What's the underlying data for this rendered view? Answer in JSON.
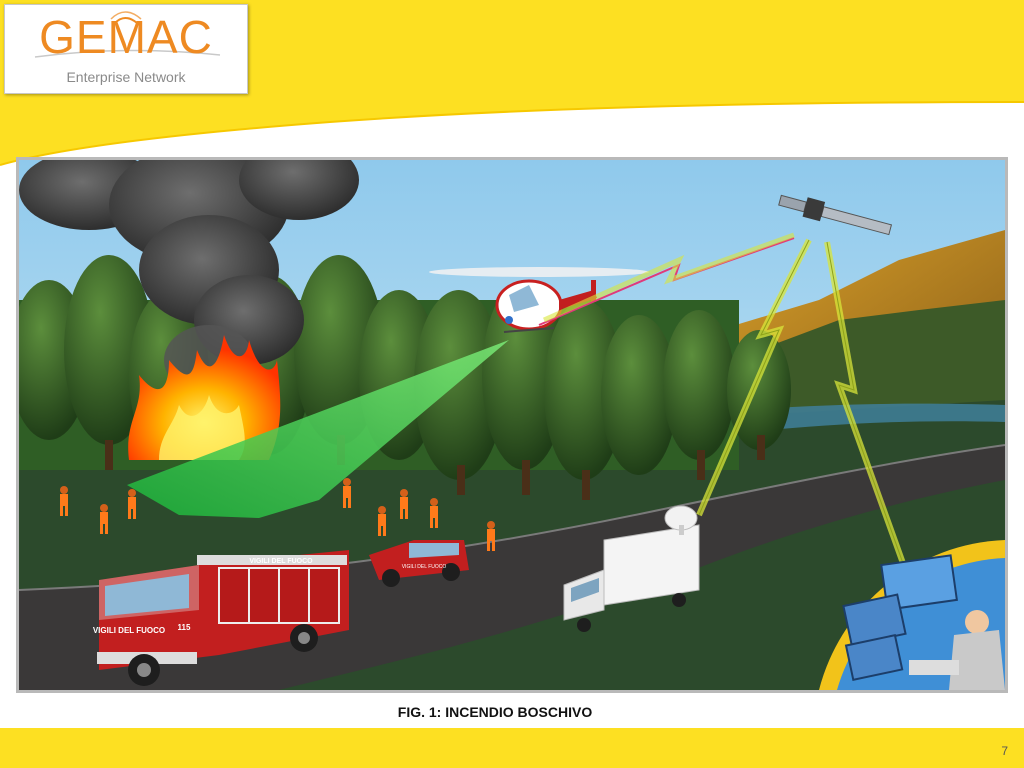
{
  "header": {
    "logo": {
      "name": "GEMAC",
      "tagline": "Enterprise Network"
    },
    "band_color": "#fde022"
  },
  "figure": {
    "caption": "FIG. 1: INCENDIO BOSCHIVO",
    "vehicle_text": {
      "truck_side": "VIGILI DEL FUOCO",
      "truck_front": "VIGILI DEL FUOCO",
      "truck_number": "115",
      "jeep_side": "VIGILI DEL FUOCO"
    },
    "icons": [
      "smoke-plume-icon",
      "fire-icon",
      "helicopter-icon",
      "satellite-icon",
      "fire-truck-icon",
      "fire-jeep-icon",
      "satellite-van-icon",
      "operator-station-icon"
    ],
    "colors": {
      "sky": "#bfe2f3",
      "forest": "#2f5e25",
      "field": "#2c4a2c",
      "road": "#3a3838",
      "fire": "#ff6a00",
      "scan_beam": "#3bd14c",
      "link_beam": "#d8e63a",
      "truck": "#c21f1f"
    }
  },
  "footer": {
    "page_number": "7"
  }
}
